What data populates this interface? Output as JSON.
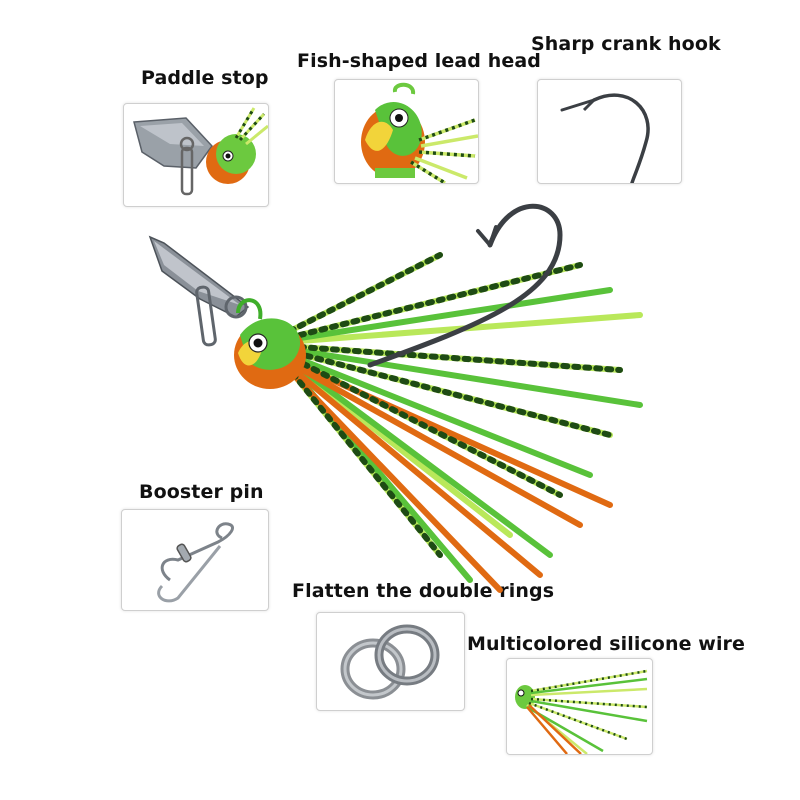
{
  "labels": {
    "paddle_stop": "Paddle stop",
    "fish_head": "Fish-shaped lead head",
    "crank_hook": "Sharp crank hook",
    "booster_pin": "Booster pin",
    "double_rings": "Flatten the double rings",
    "silicone_wire": "Multicolored silicone wire"
  },
  "colors": {
    "lime": "#c8ef6a",
    "bright_green": "#59c23a",
    "dark_green": "#1e4b14",
    "orange": "#e06a12",
    "metal": "#8a8f96",
    "hook": "#3b3f44"
  }
}
